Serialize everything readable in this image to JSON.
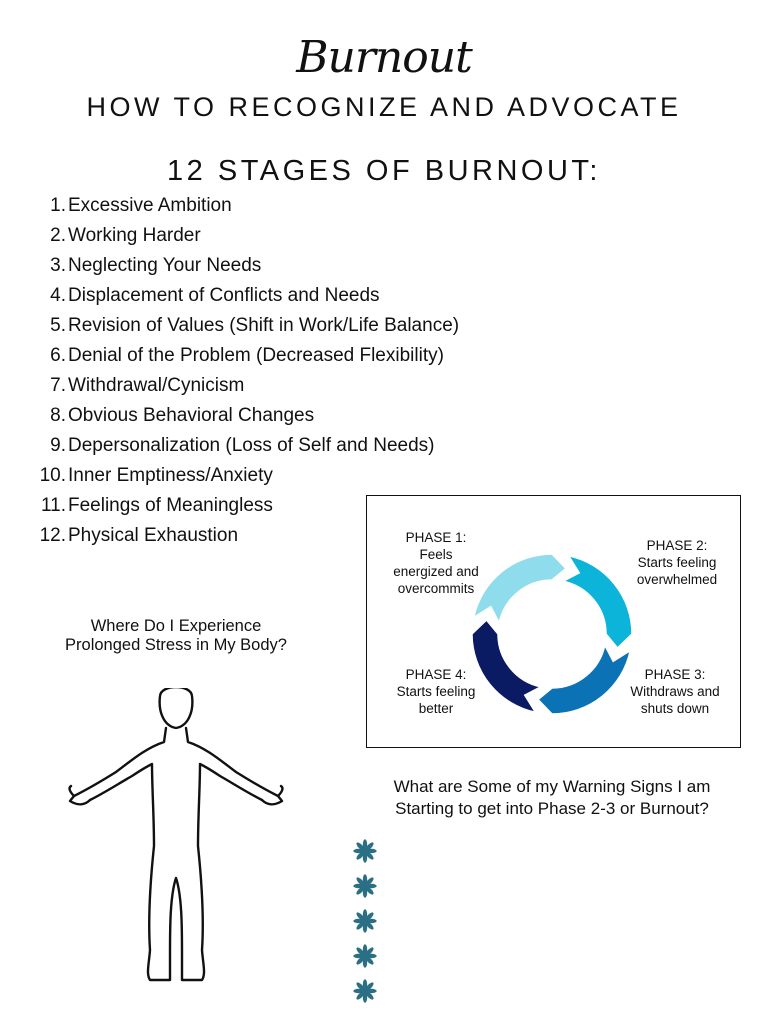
{
  "header": {
    "title": "Burnout",
    "subtitle": "HOW TO RECOGNIZE AND ADVOCATE",
    "list_heading": "12 STAGES OF BURNOUT:"
  },
  "stages": [
    {
      "num": "1.",
      "text": "Excessive Ambition"
    },
    {
      "num": "2.",
      "text": "Working Harder"
    },
    {
      "num": "3.",
      "text": "Neglecting Your Needs"
    },
    {
      "num": "4.",
      "text": "Displacement of Conflicts and Needs"
    },
    {
      "num": "5.",
      "text": "Revision of Values (Shift in Work/Life Balance)"
    },
    {
      "num": "6.",
      "text": "Denial of the Problem (Decreased Flexibility)"
    },
    {
      "num": "7.",
      "text": "Withdrawal/Cynicism"
    },
    {
      "num": "8.",
      "text": "Obvious Behavioral Changes"
    },
    {
      "num": "9.",
      "text": "Depersonalization (Loss of Self and Needs)"
    },
    {
      "num": "10.",
      "text": "Inner Emptiness/Anxiety"
    },
    {
      "num": "11.",
      "text": "Feelings of Meaningless"
    },
    {
      "num": "12.",
      "text": "Physical Exhaustion"
    }
  ],
  "body_prompt": {
    "line1": "Where Do I Experience",
    "line2": "Prolonged Stress in My Body?"
  },
  "phases": [
    {
      "name": "PHASE 1:",
      "lines": [
        "Feels",
        "energized and",
        "overcommits"
      ],
      "color": "#8fdcec"
    },
    {
      "name": "PHASE 2:",
      "lines": [
        "Starts feeling",
        "overwhelmed"
      ],
      "color": "#0db4d9"
    },
    {
      "name": "PHASE 3:",
      "lines": [
        "Withdraws and",
        "shuts down"
      ],
      "color": "#0b72b6"
    },
    {
      "name": "PHASE 4:",
      "lines": [
        "Starts feeling",
        "better"
      ],
      "color": "#0a1a63"
    }
  ],
  "warning_prompt": {
    "line1": "What are Some of my Warning Signs I am",
    "line2": "Starting to get into Phase 2-3 or Burnout?"
  },
  "warning_bullets": {
    "count": 5,
    "icon": "asterisk-flower-icon",
    "color": "#2b6f84"
  }
}
